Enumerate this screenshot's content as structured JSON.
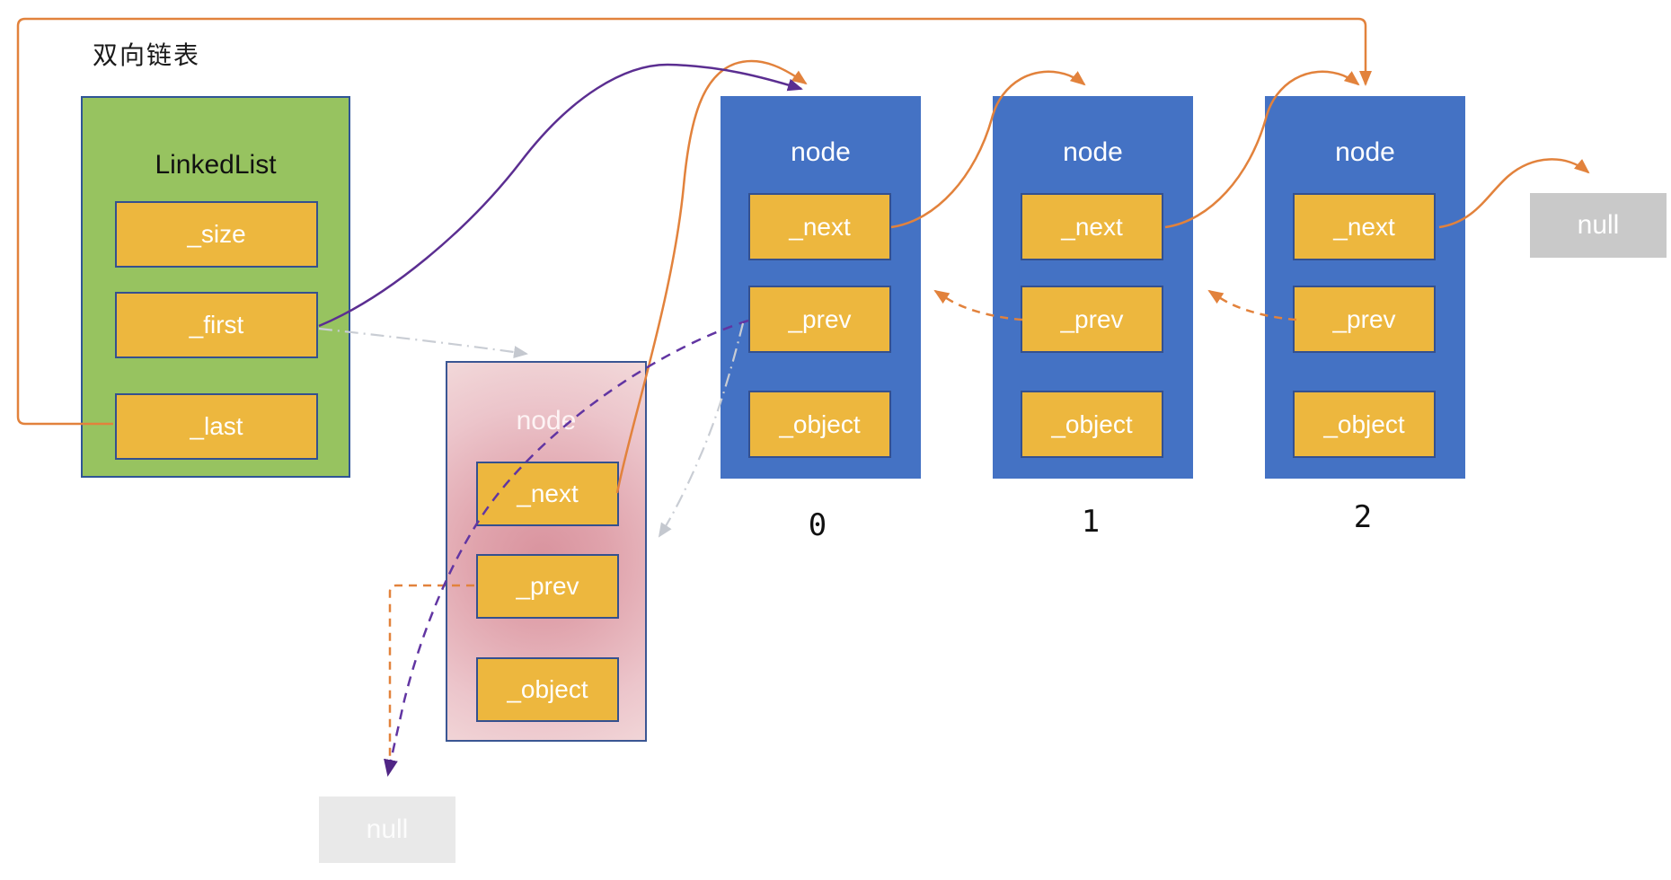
{
  "title": "双向链表",
  "linked_list": {
    "title": "LinkedList",
    "fields": [
      "_size",
      "_first",
      "_last"
    ]
  },
  "nodes": [
    {
      "title": "node",
      "fields": [
        "_next",
        "_prev",
        "_object"
      ],
      "index": "0"
    },
    {
      "title": "node",
      "fields": [
        "_next",
        "_prev",
        "_object"
      ],
      "index": "1"
    },
    {
      "title": "node",
      "fields": [
        "_next",
        "_prev",
        "_object"
      ],
      "index": "2"
    }
  ],
  "detached_node": {
    "title": "node",
    "fields": [
      "_next",
      "_prev",
      "_object"
    ]
  },
  "null_right": "null",
  "null_bottom": "null",
  "colors": {
    "accent_orange": "#E2823C",
    "accent_purple": "#5B2E91",
    "accent_purple_dashed": "#6135A2",
    "gray_pointer": "#C9CDD4",
    "node_blue": "#4472C4",
    "field_yellow": "#EDB73E",
    "list_green": "#97C360",
    "box_border": "#2F5496",
    "null_gray": "#C9C9C9",
    "null_light_gray": "#E9E9E9",
    "detached_pink": "#DB96A0"
  },
  "arrows": [
    {
      "name": "last-to-node2",
      "style": "solid",
      "color": "orange",
      "from": "LinkedList._last",
      "to": "node-2"
    },
    {
      "name": "first-to-node0",
      "style": "solid",
      "color": "purple",
      "from": "LinkedList._first",
      "to": "node-0"
    },
    {
      "name": "first-old-to-detached",
      "style": "dash-dot",
      "color": "gray",
      "from": "LinkedList._first",
      "to": "detached-node"
    },
    {
      "name": "detached-next-to-node0",
      "style": "solid",
      "color": "orange",
      "from": "detached-node._next",
      "to": "node-0"
    },
    {
      "name": "detached-prev-to-null",
      "style": "dashed",
      "color": "orange",
      "from": "detached-node._prev",
      "to": "null-bottom"
    },
    {
      "name": "node0-next-to-node1",
      "style": "solid",
      "color": "orange",
      "from": "node-0._next",
      "to": "node-1"
    },
    {
      "name": "node1-next-to-node2",
      "style": "solid",
      "color": "orange",
      "from": "node-1._next",
      "to": "node-2"
    },
    {
      "name": "node2-next-to-null",
      "style": "solid",
      "color": "orange",
      "from": "node-2._next",
      "to": "null-right"
    },
    {
      "name": "node1-prev-to-node0",
      "style": "dashed",
      "color": "orange",
      "from": "node-1._prev",
      "to": "node-0"
    },
    {
      "name": "node2-prev-to-node1",
      "style": "dashed",
      "color": "orange",
      "from": "node-2._prev",
      "to": "node-1"
    },
    {
      "name": "node0-prev-to-null",
      "style": "dashed",
      "color": "purple",
      "from": "node-0._prev",
      "to": "null-bottom"
    },
    {
      "name": "node0-prev-old-to-detached",
      "style": "dash-dot",
      "color": "gray",
      "from": "node-0._prev",
      "to": "detached-node"
    }
  ]
}
